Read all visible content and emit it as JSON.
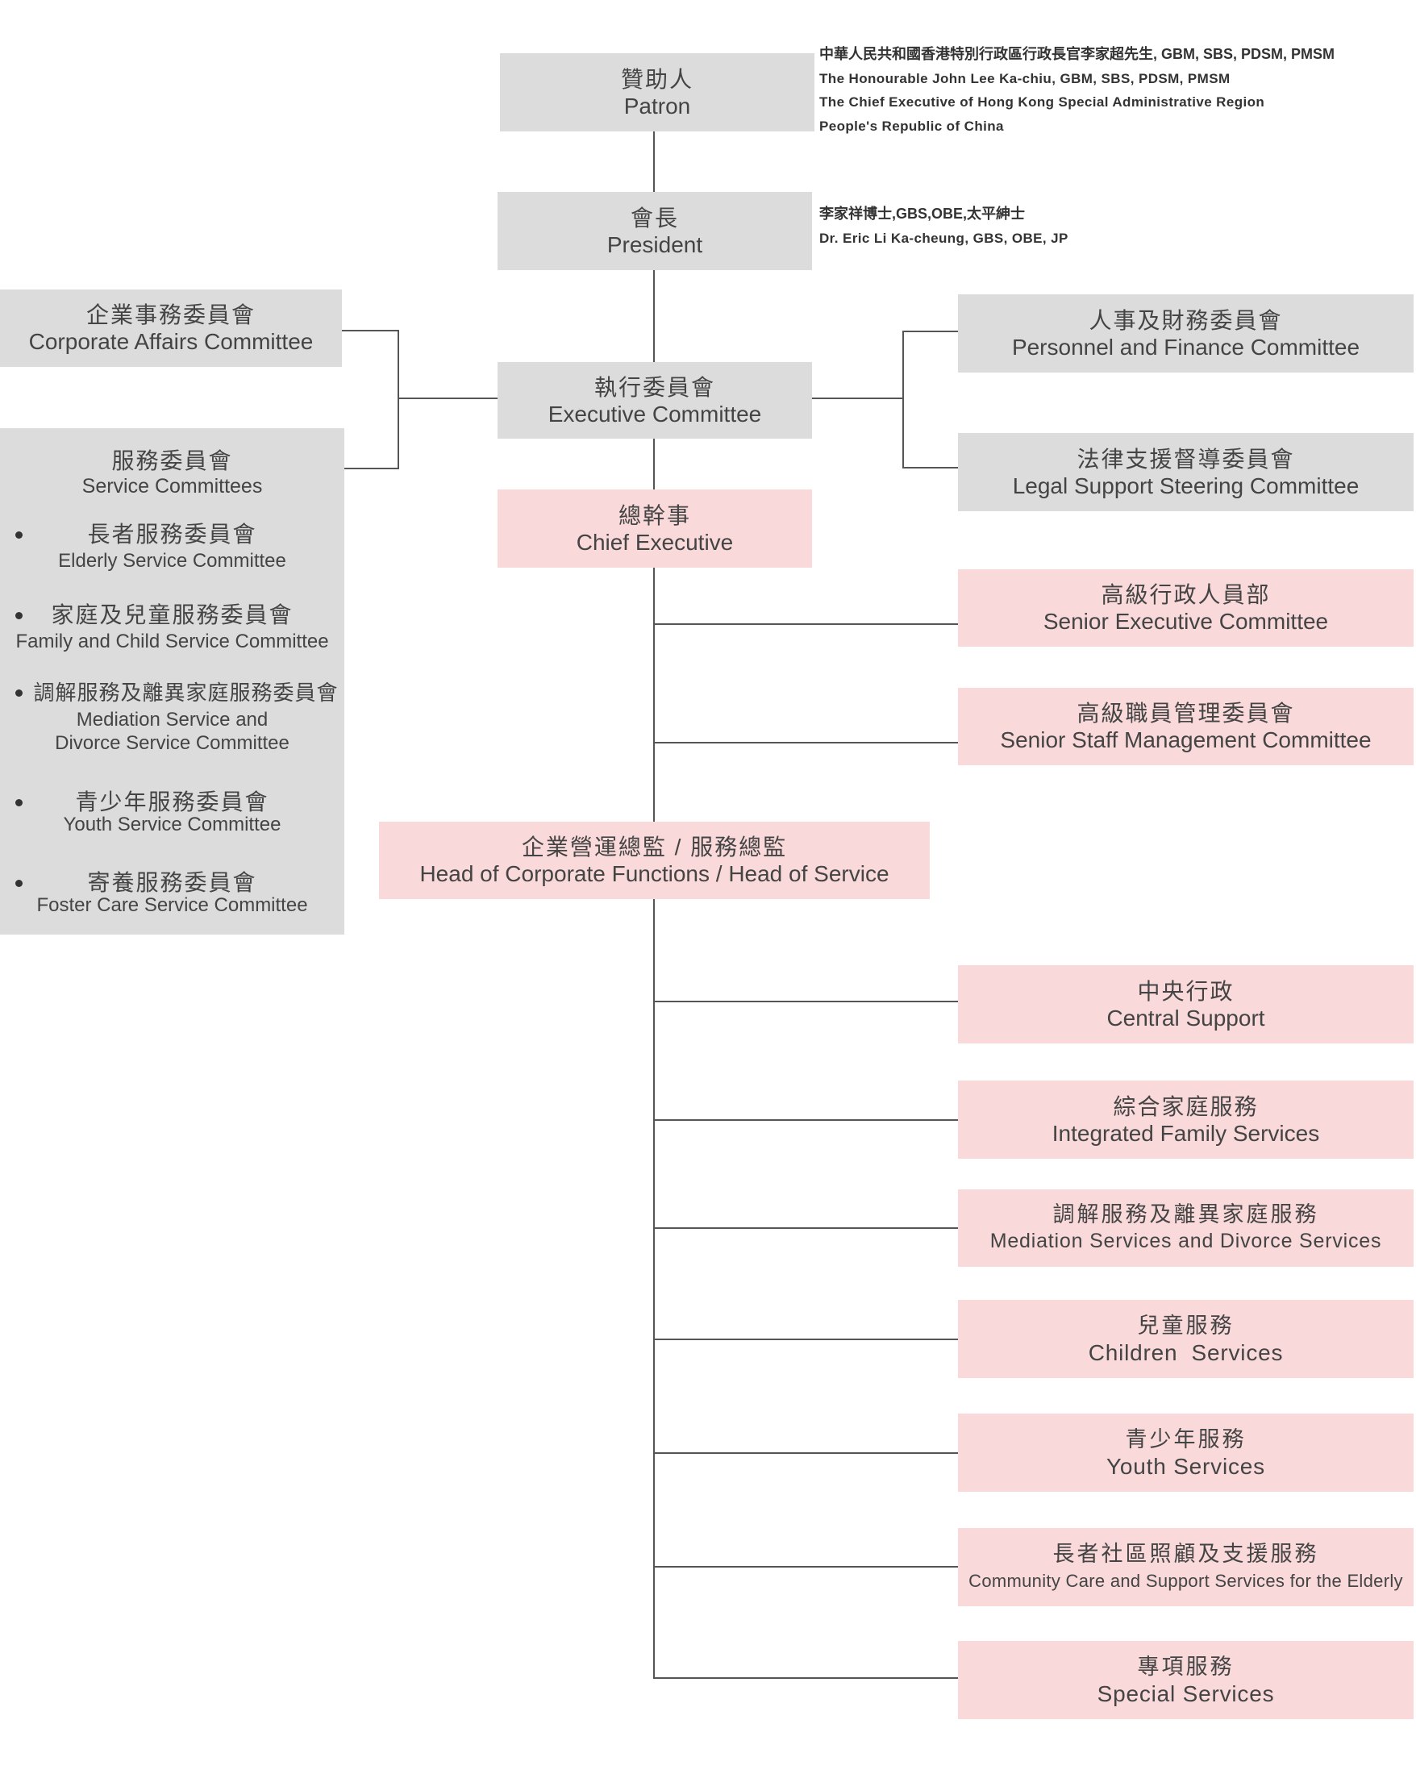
{
  "colors": {
    "governance_box": "#dcdcdc",
    "management_box": "#f9d9d9",
    "connector": "#555555",
    "text": "#444444"
  },
  "patron": {
    "zh": "贊助人",
    "en": "Patron",
    "info": [
      "中華人民共和國香港特別行政區行政長官李家超先生, GBM, SBS, PDSM, PMSM",
      "The Honourable John Lee Ka-chiu, GBM, SBS, PDSM, PMSM",
      "The Chief Executive of Hong Kong Special Administrative Region",
      "People's Republic of China"
    ]
  },
  "president": {
    "zh": "會長",
    "en": "President",
    "info": [
      "李家祥博士,GBS,OBE,太平紳士",
      "Dr. Eric Li Ka-cheung, GBS, OBE, JP"
    ]
  },
  "executive_committee": {
    "zh": "執行委員會",
    "en": "Executive Committee"
  },
  "corporate_affairs_committee": {
    "zh": "企業事務委員會",
    "en": "Corporate Affairs Committee"
  },
  "service_committees": {
    "zh": "服務委員會",
    "en": "Service Committees",
    "items": [
      {
        "zh": "長者服務委員會",
        "en": [
          "Elderly Service Committee"
        ]
      },
      {
        "zh": "家庭及兒童服務委員會",
        "en": [
          "Family and Child Service Committee"
        ]
      },
      {
        "zh": "調解服務及離異家庭服務委員會",
        "en": [
          "Mediation Service and",
          "Divorce Service Committee"
        ]
      },
      {
        "zh": "青少年服務委員會",
        "en": [
          "Youth Service Committee"
        ]
      },
      {
        "zh": "寄養服務委員會",
        "en": [
          "Foster Care Service Committee"
        ]
      }
    ]
  },
  "personnel_finance_committee": {
    "zh": "人事及財務委員會",
    "en": "Personnel and Finance Committee"
  },
  "legal_support_committee": {
    "zh": "法律支援督導委員會",
    "en": "Legal Support Steering Committee"
  },
  "chief_executive": {
    "zh": "總幹事",
    "en": "Chief Executive"
  },
  "senior_executive_committee": {
    "zh": "高級行政人員部",
    "en": "Senior Executive Committee"
  },
  "senior_staff_management_committee": {
    "zh": "高級職員管理委員會",
    "en": "Senior Staff Management Committee"
  },
  "head_of_corporate_functions": {
    "zh": "企業營運總監 / 服務總監",
    "en": "Head of Corporate Functions / Head of Service"
  },
  "services": [
    {
      "zh": "中央行政",
      "en": "Central Support"
    },
    {
      "zh": "綜合家庭服務",
      "en": "Integrated Family Services"
    },
    {
      "zh": "調解服務及離異家庭服務",
      "en": "Mediation Services and Divorce Services"
    },
    {
      "zh": "兒童服務",
      "en": "Children  Services"
    },
    {
      "zh": "青少年服務",
      "en": "Youth Services"
    },
    {
      "zh": "長者社區照顧及支援服務",
      "en": "Community Care and Support Services for the Elderly"
    },
    {
      "zh": "專項服務",
      "en": "Special Services"
    }
  ]
}
